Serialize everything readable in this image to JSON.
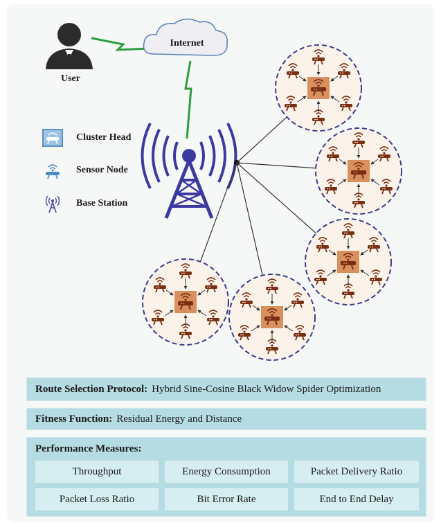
{
  "top": {
    "internet_label": "Internet",
    "user_label": "User"
  },
  "legend": {
    "items": [
      {
        "label": "Cluster Head",
        "icon": "cluster-head-icon"
      },
      {
        "label": "Sensor Node",
        "icon": "sensor-node-icon"
      },
      {
        "label": "Base Station",
        "icon": "base-station-icon"
      }
    ]
  },
  "info": {
    "route_key": "Route Selection Protocol:",
    "route_value": "Hybrid Sine-Cosine Black Widow Spider Optimization",
    "fitness_key": "Fitness Function:",
    "fitness_value": "Residual Energy and Distance",
    "performance_title": "Performance Measures:",
    "performance_items": [
      "Throughput",
      "Energy Consumption",
      "Packet Delivery Ratio",
      "Packet Loss Ratio",
      "Bit Error Rate",
      "End to End Delay"
    ]
  },
  "colors": {
    "tower": "#3a3aa0",
    "link": "#2e9e3e",
    "cluster_border": "#3a3a8a",
    "cluster_fill": "#fbf3ea",
    "node": "#7a2e12",
    "cluster_head": "#d8905e",
    "panel": "#b6dce3",
    "cell": "#d6edf1"
  }
}
